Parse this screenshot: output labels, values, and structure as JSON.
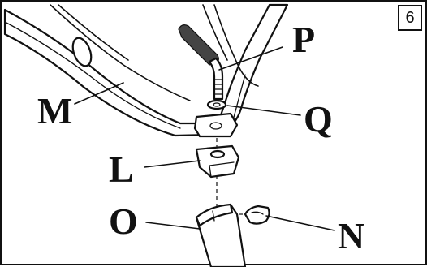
{
  "step_number": "6",
  "callouts": {
    "M": "M",
    "P": "P",
    "Q": "Q",
    "L": "L",
    "O": "O",
    "N": "N"
  }
}
